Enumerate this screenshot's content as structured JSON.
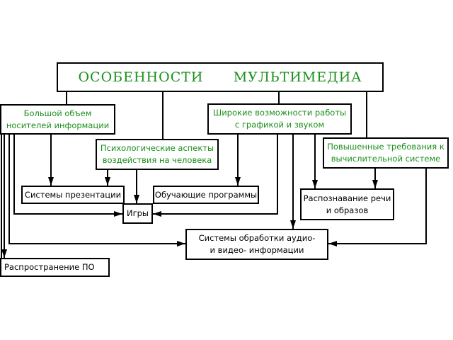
{
  "diagram": {
    "title": "ОСОБЕННОСТИ      МУЛЬТИМЕДИА",
    "colors": {
      "accent_text": "#1a8f1a",
      "line": "#000000",
      "background": "#ffffff"
    },
    "features": {
      "large_volume": [
        "Большой объем",
        "носителей информации"
      ],
      "graphics_sound": [
        "Широкие возможности работы",
        "с графикой и звуком"
      ],
      "psychological": [
        "Психологические аспекты",
        "воздействия на человека"
      ],
      "computing_requirements": [
        "Повышенные требования к",
        "вычислительной системе"
      ]
    },
    "applications": {
      "presentation_systems": "Системы презентации",
      "training_programs": "Обучающие программы",
      "games": "Игры",
      "speech_image_recognition": [
        "Распознавание речи",
        "и образов"
      ],
      "audio_video_processing": [
        "Системы обработки аудио-",
        "и видео- информации"
      ],
      "software_distribution": "Распространение ПО"
    }
  }
}
